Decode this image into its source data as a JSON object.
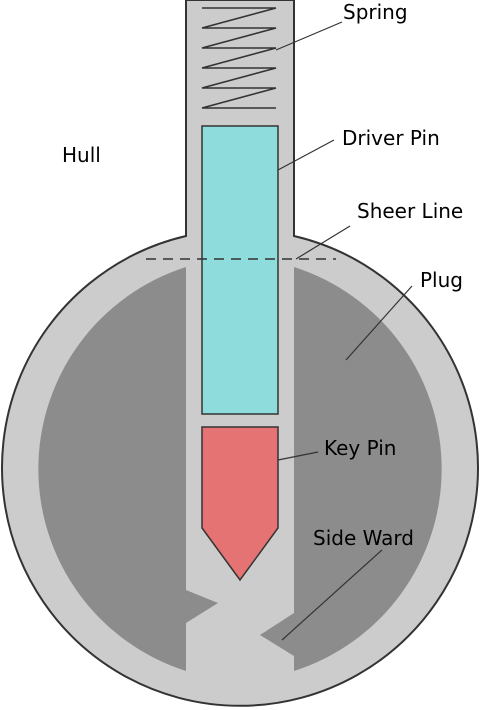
{
  "labels": {
    "spring": "Spring",
    "driver_pin": "Driver Pin",
    "hull": "Hull",
    "sheer_line": "Sheer Line",
    "plug": "Plug",
    "key_pin": "Key Pin",
    "side_ward": "Side Ward"
  },
  "colors": {
    "hull": "#cccccc",
    "plug": "#8c8c8c",
    "driver_pin": "#8fdcdc",
    "key_pin": "#e57373",
    "stroke": "#333333"
  }
}
